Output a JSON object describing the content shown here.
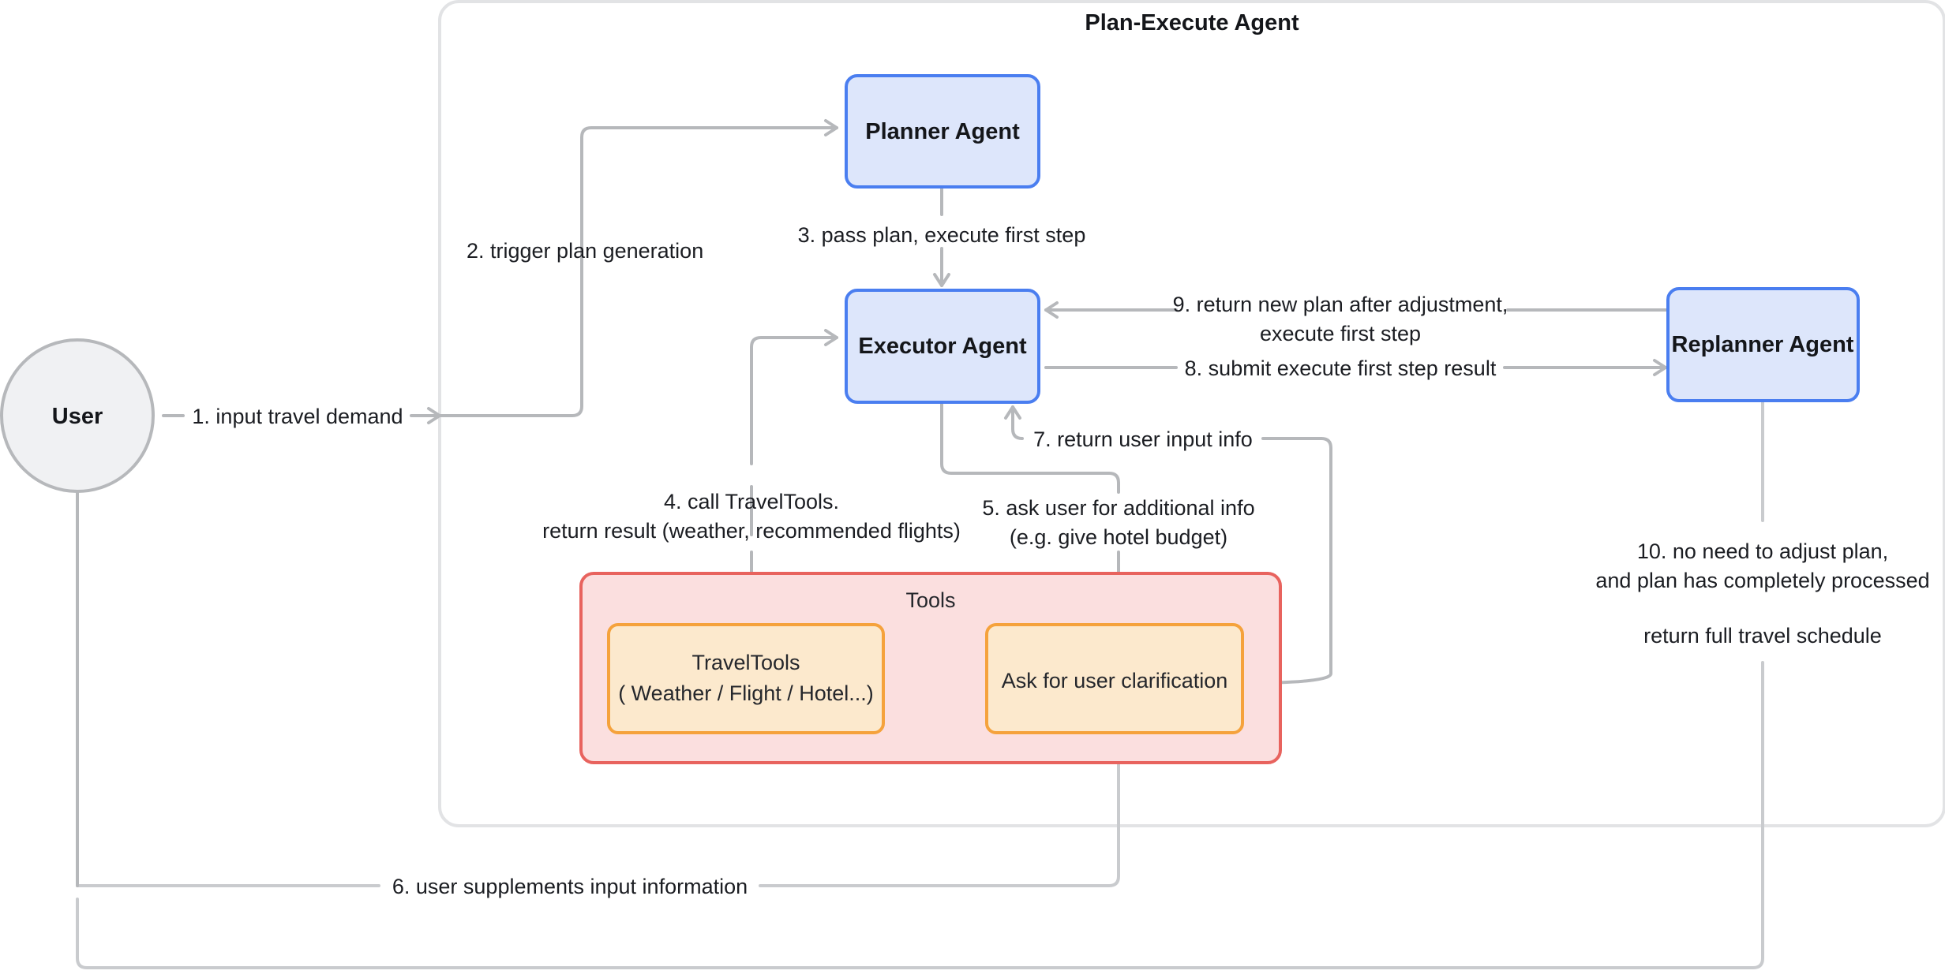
{
  "diagram": {
    "title": "Plan-Execute Agent",
    "nodes": {
      "user": {
        "label": "User"
      },
      "planner": {
        "label": "Planner Agent"
      },
      "executor": {
        "label": "Executor Agent"
      },
      "replanner": {
        "label": "Replanner Agent"
      },
      "tools_group": {
        "label": "Tools"
      },
      "travel_tools": {
        "line1": "TravelTools",
        "line2": "( Weather / Flight / Hotel...)"
      },
      "ask_user": {
        "label": "Ask for user clarification"
      }
    },
    "edges": [
      {
        "id": "e1",
        "label": "1. input travel demand",
        "from": "user",
        "to": "plan-execute-agent"
      },
      {
        "id": "e2",
        "label": "2. trigger plan generation",
        "from": "user",
        "to": "planner"
      },
      {
        "id": "e3",
        "label": "3. pass plan, execute first step",
        "from": "planner",
        "to": "executor"
      },
      {
        "id": "e4",
        "line1": "4. call TravelTools.",
        "line2": "return result (weather, recommended flights)",
        "from": "executor",
        "to": "travel_tools"
      },
      {
        "id": "e5",
        "line1": "5. ask user for additional info",
        "line2": "(e.g. give hotel budget)",
        "from": "executor",
        "to": "ask_user"
      },
      {
        "id": "e6",
        "label": "6. user supplements input information",
        "from": "user",
        "to": "ask_user"
      },
      {
        "id": "e7",
        "label": "7. return user input info",
        "from": "ask_user",
        "to": "executor"
      },
      {
        "id": "e8",
        "label": "8. submit execute first step result",
        "from": "executor",
        "to": "replanner"
      },
      {
        "id": "e9",
        "line1": "9. return new plan after adjustment,",
        "line2": "execute first step",
        "from": "replanner",
        "to": "executor"
      },
      {
        "id": "e10",
        "line1": "10. no need to adjust plan,",
        "line2": "and plan has completely processed",
        "line3": "return full travel schedule",
        "from": "replanner",
        "to": "user"
      }
    ],
    "colors": {
      "agent_fill": "#dde6fb",
      "agent_stroke": "#4a7ef0",
      "user_fill": "#f0f1f3",
      "user_stroke": "#b6b8bb",
      "tools_fill": "#fbdfdf",
      "tools_stroke": "#e8635e",
      "tool_fill": "#fce9cd",
      "tool_stroke": "#f5a23c",
      "edge_stroke": "#b6b8bb",
      "group_stroke": "#e2e3e5",
      "text": "#1b1d22"
    }
  }
}
